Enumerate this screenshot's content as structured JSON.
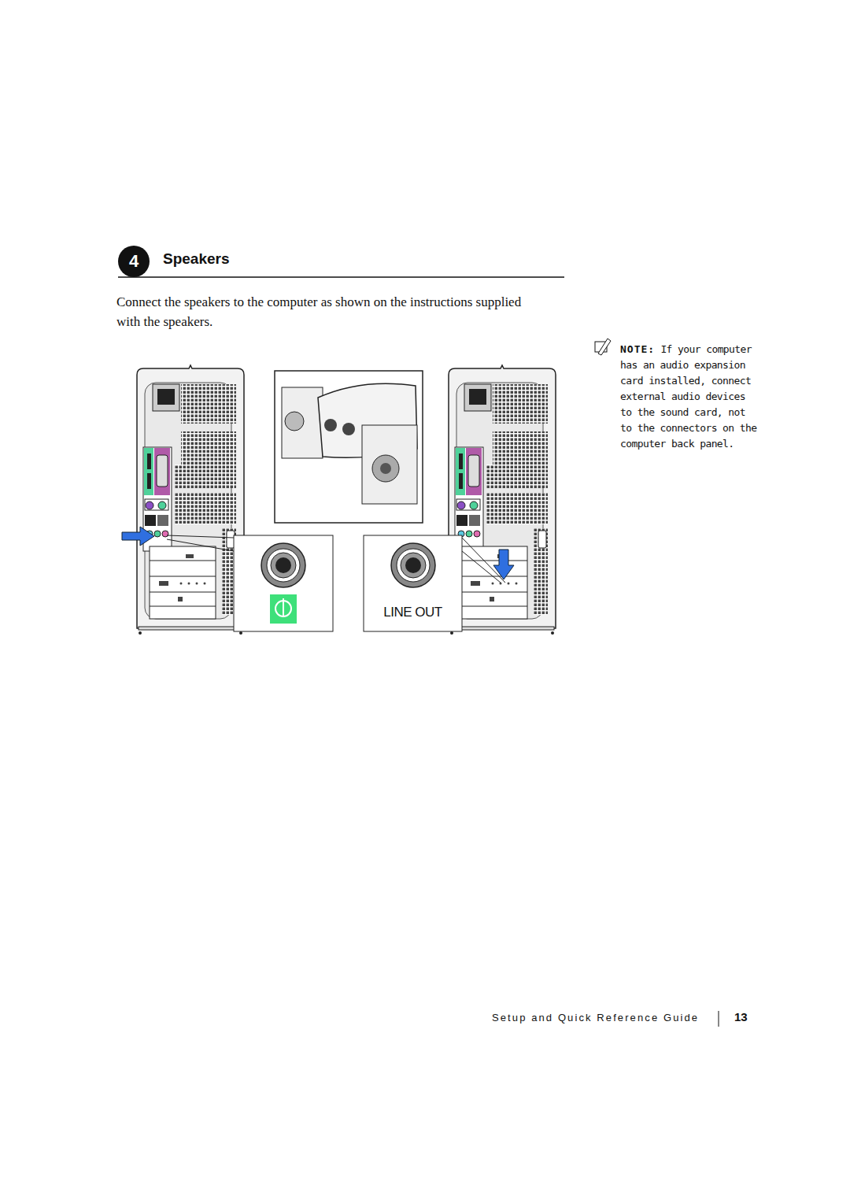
{
  "diagram": {
    "title": "Speakers",
    "nodes": [
      {
        "text": [
          "4"
        ]
      },
      {
        "text": [
          "LINE OUT"
        ]
      }
    ],
    "labels": [
      "Connect the speakers to the computer as shown on the instructions supplied with the speakers.",
      "NOTE:",
      "If your computer has an audio expansion card installed, connect external audio devices to the sound card, not to the connectors on the computer back panel.",
      "Setup and Quick Reference Guide",
      "13"
    ]
  }
}
